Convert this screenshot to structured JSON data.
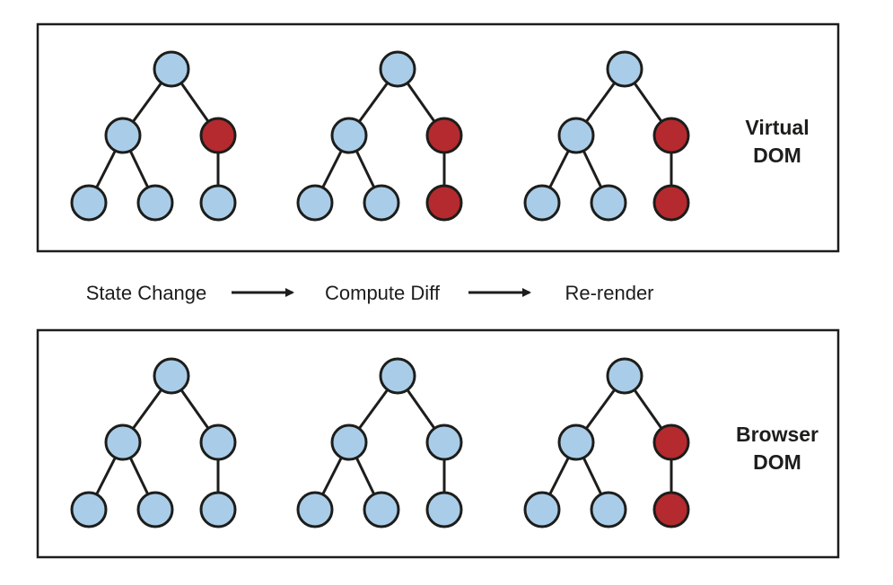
{
  "colors": {
    "node_default": "#a9cde8",
    "node_changed": "#b52a2e",
    "outline": "#1d1d1b"
  },
  "virtual_dom_panel": {
    "label_line1": "Virtual",
    "label_line2": "DOM",
    "trees": [
      {
        "changed_nodes": [
          "right-child"
        ],
        "present_nodes": [
          "root",
          "left-child",
          "right-child",
          "left-left",
          "left-right",
          "right-leaf"
        ]
      },
      {
        "changed_nodes": [
          "right-child",
          "right-leaf"
        ],
        "present_nodes": [
          "root",
          "left-child",
          "right-child",
          "left-left",
          "left-right",
          "right-leaf"
        ]
      },
      {
        "changed_nodes": [
          "right-child",
          "right-leaf"
        ],
        "present_nodes": [
          "root",
          "left-child",
          "right-child",
          "left-left",
          "left-right",
          "right-leaf"
        ]
      }
    ]
  },
  "flow": {
    "steps": [
      "State Change",
      "Compute Diff",
      "Re-render"
    ]
  },
  "browser_dom_panel": {
    "label_line1": "Browser",
    "label_line2": "DOM",
    "trees": [
      {
        "changed_nodes": [],
        "present_nodes": [
          "root",
          "left-child",
          "right-child",
          "left-left",
          "left-right",
          "right-leaf"
        ]
      },
      {
        "changed_nodes": [],
        "present_nodes": [
          "root",
          "left-child",
          "right-child",
          "left-left",
          "left-right",
          "right-leaf"
        ]
      },
      {
        "changed_nodes": [
          "right-child",
          "right-leaf"
        ],
        "present_nodes": [
          "root",
          "left-child",
          "right-child",
          "left-left",
          "left-right",
          "right-leaf"
        ]
      }
    ]
  }
}
